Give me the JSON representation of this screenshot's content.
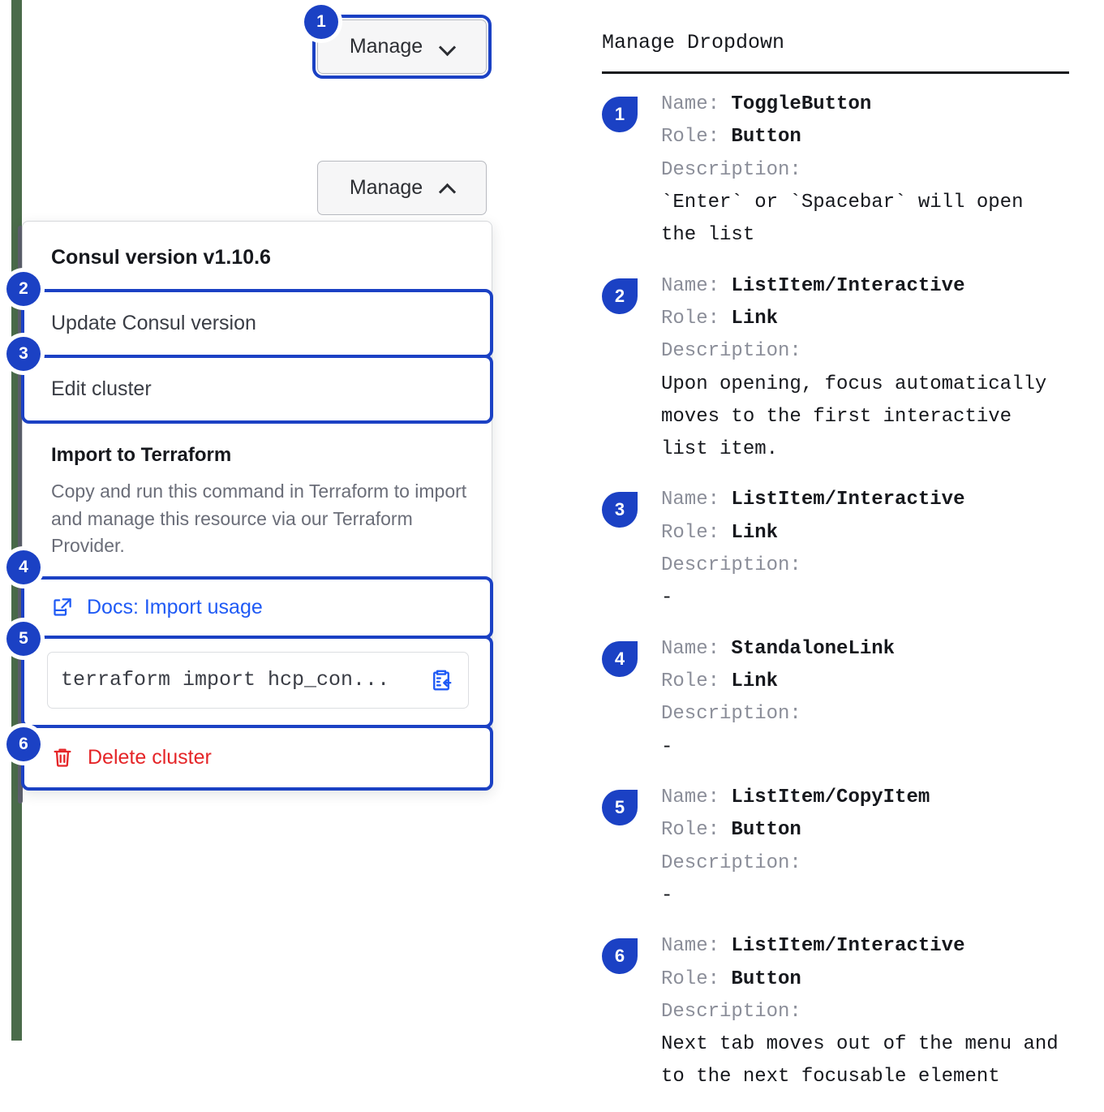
{
  "left_panel": {
    "collapsed_button": {
      "label": "Manage",
      "chevron": "chevron-down-icon",
      "focused": true,
      "badge": "1"
    },
    "expanded_button": {
      "label": "Manage",
      "chevron": "chevron-up-icon",
      "focused": false
    },
    "dropdown": {
      "header": "Consul version v1.10.6",
      "items": [
        {
          "badge": "2",
          "label": "Update Consul version"
        },
        {
          "badge": "3",
          "label": "Edit cluster"
        }
      ],
      "terraform_section": {
        "title": "Import to Terraform",
        "body": "Copy and run this command in Terraform to import and manage this resource via our Terraform Provider.",
        "docs_link": {
          "badge": "4",
          "label": "Docs: Import usage",
          "icon": "external-link-icon"
        },
        "copy_row": {
          "badge": "5",
          "command": "terraform import hcp_con...",
          "icon": "copy-to-clipboard-icon"
        }
      },
      "delete": {
        "badge": "6",
        "label": "Delete cluster",
        "icon": "trash-icon"
      }
    }
  },
  "right_panel": {
    "title": "Manage Dropdown",
    "labels": {
      "name": "Name:",
      "role": "Role:",
      "description": "Description:"
    },
    "specs": [
      {
        "badge": "1",
        "name": "ToggleButton",
        "role": "Button",
        "description": "`Enter` or `Spacebar` will open\nthe list"
      },
      {
        "badge": "2",
        "name": "ListItem/Interactive",
        "role": "Link",
        "description": "Upon opening, focus automatically\nmoves to the first interactive\nlist item."
      },
      {
        "badge": "3",
        "name": "ListItem/Interactive",
        "role": "Link",
        "description": "-"
      },
      {
        "badge": "4",
        "name": "StandaloneLink",
        "role": "Link",
        "description": "-"
      },
      {
        "badge": "5",
        "name": "ListItem/CopyItem",
        "role": "Button",
        "description": "-"
      },
      {
        "badge": "6",
        "name": "ListItem/Interactive",
        "role": "Button",
        "description": "Next tab moves out of the menu and\nto the next focusable element"
      }
    ]
  },
  "colors": {
    "accent_blue": "#1b41c4",
    "link_blue": "#1f5af5",
    "danger_red": "#e52528",
    "edge_green": "#4a6b4a",
    "scrollbar_gray": "#5d606c"
  }
}
